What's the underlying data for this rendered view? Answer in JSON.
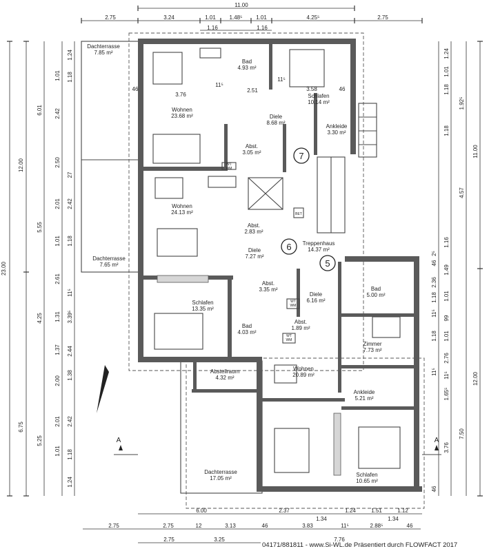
{
  "rooms": [
    {
      "id": "dachterrasse-nw",
      "name": "Dachterrasse",
      "area": "7.85 m²"
    },
    {
      "id": "bad-1",
      "name": "Bad",
      "area": "4.93 m²"
    },
    {
      "id": "schlafen-1",
      "name": "Schlafen",
      "area": "10.14 m²"
    },
    {
      "id": "wohnen-1",
      "name": "Wohnen",
      "area": "23.68 m²"
    },
    {
      "id": "diele-1",
      "name": "Diele",
      "area": "8.68 m²"
    },
    {
      "id": "ankleide-1",
      "name": "Ankleide",
      "area": "3.30 m²"
    },
    {
      "id": "abst-1",
      "name": "Abst.",
      "area": "3.05 m²"
    },
    {
      "id": "wohnen-2",
      "name": "Wohnen",
      "area": "24.13 m²"
    },
    {
      "id": "abst-2",
      "name": "Abst.",
      "area": "2.83 m²"
    },
    {
      "id": "dachterrasse-w",
      "name": "Dachterrasse",
      "area": "7.65 m²"
    },
    {
      "id": "diele-2",
      "name": "Diele",
      "area": "7.27 m²"
    },
    {
      "id": "treppenhaus",
      "name": "Treppenhaus",
      "area": "14.37 m²"
    },
    {
      "id": "abst-3",
      "name": "Abst.",
      "area": "3.35 m²"
    },
    {
      "id": "diele-3",
      "name": "Diele",
      "area": "6.16 m²"
    },
    {
      "id": "bad-3",
      "name": "Bad",
      "area": "5.00 m²"
    },
    {
      "id": "schlafen-2",
      "name": "Schlafen",
      "area": "13.35 m²"
    },
    {
      "id": "bad-2",
      "name": "Bad",
      "area": "4.03 m²"
    },
    {
      "id": "abst-4",
      "name": "Abst.",
      "area": "1.89 m²"
    },
    {
      "id": "zimmer",
      "name": "Zimmer",
      "area": "7.73 m²"
    },
    {
      "id": "abstellraum",
      "name": "Abstellraum",
      "area": "4.32 m²"
    },
    {
      "id": "wohnen-3",
      "name": "Wohnen",
      "area": "20.89 m²"
    },
    {
      "id": "ankleide-2",
      "name": "Ankleide",
      "area": "5.21 m²"
    },
    {
      "id": "dachterrasse-s",
      "name": "Dachterrasse",
      "area": "17.05 m²"
    },
    {
      "id": "schlafen-3",
      "name": "Schlafen",
      "area": "10.65 m²"
    }
  ],
  "labels": {
    "unit_7": "7",
    "unit_6": "6",
    "unit_5": "5",
    "wt": "WT",
    "wm": "WM",
    "bet": "BET",
    "section_a": "A",
    "inner_376": "3.76",
    "inner_251": "2.51",
    "inner_358": "3.58",
    "inner_11a": "11⁵",
    "inner_11b": "11⁵",
    "inner_46a": "46",
    "inner_46b": "46"
  },
  "dimensions": {
    "top_overall": "11.00",
    "top_row": [
      "2.75",
      "3.24",
      "1.01",
      "1.48⁵",
      "1.01",
      "4.25⁵",
      "2.75"
    ],
    "top_sub": [
      "1.16",
      "1.16"
    ],
    "bottom_row1": [
      "6.00",
      "2.37",
      "1.24",
      "1.51",
      "1.12"
    ],
    "bottom_sub1": [
      "1.34",
      "1.34"
    ],
    "bottom_row2": [
      "2.75",
      "2.75",
      "12",
      "3.13",
      "46",
      "3.83",
      "11⁵",
      "2.88⁵",
      "46"
    ],
    "bottom_row3": [
      "2.75",
      "3.25",
      "7.76"
    ],
    "left_outer": [
      "23.00"
    ],
    "left_mid": [
      "12.00",
      "6.75"
    ],
    "left_a": [
      "6.01",
      "5.55",
      "4.25",
      "5.25"
    ],
    "left_b": [
      "1.01",
      "2.42",
      "2.50",
      "2.01",
      "1.01",
      "2.61",
      "1.31",
      "1.37",
      "2.00",
      "2.01",
      "1.01"
    ],
    "left_c": [
      "1.24",
      "1.18",
      "27",
      "2.42",
      "1.18",
      "11⁵",
      "3.39⁵",
      "2.44",
      "1.38",
      "2.42",
      "1.18",
      "1.24"
    ],
    "right_outer": [
      "11.00",
      "12.00"
    ],
    "right_a": [
      "1.92⁵",
      "4.57",
      "7.50"
    ],
    "right_b": [
      "1.24",
      "1.01",
      "1.18",
      "1.18",
      "1.16",
      "1.49",
      "1.01",
      "99",
      "1.01",
      "2.76",
      "11⁵",
      "1.65⁵",
      "3.76"
    ],
    "right_c": [
      "2⁵",
      "46",
      "2.36",
      "1.18",
      "11⁵",
      "1.18",
      "11⁵",
      "46"
    ]
  },
  "footer": "04171/881811 - www.Si-WL.de Präsentiert durch FLOWFACT 2017"
}
